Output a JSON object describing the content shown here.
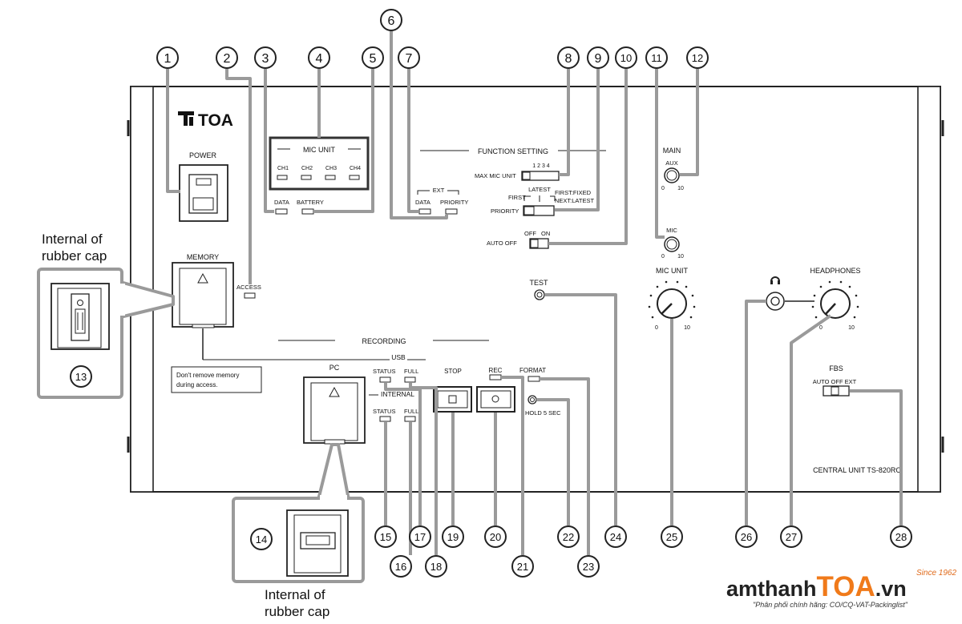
{
  "brand": {
    "logo_text": "TOA",
    "model": "CENTRAL UNIT TS-820RC"
  },
  "callouts": [
    "1",
    "2",
    "3",
    "4",
    "5",
    "6",
    "7",
    "8",
    "9",
    "10",
    "11",
    "12",
    "13",
    "14",
    "15",
    "16",
    "17",
    "18",
    "19",
    "20",
    "21",
    "22",
    "23",
    "24",
    "25",
    "26",
    "27",
    "28"
  ],
  "panel": {
    "power": "POWER",
    "mic_unit_title": "MIC UNIT",
    "channels": [
      "CH1",
      "CH2",
      "CH3",
      "CH4"
    ],
    "data": "DATA",
    "battery": "BATTERY",
    "ext": "EXT",
    "ext_data": "DATA",
    "ext_priority": "PRIORITY",
    "function_setting": "FUNCTION SETTING",
    "max_mic_unit": "MAX MIC UNIT",
    "max_digits": "1 2 3 4",
    "latest": "LATEST",
    "first": "FIRST",
    "first_fixed": "FIRST:FIXED",
    "next_latest": "NEXT:LATEST",
    "priority": "PRIORITY",
    "off": "OFF",
    "on": "ON",
    "auto_off": "AUTO OFF",
    "main": "MAIN",
    "aux": "AUX",
    "mic": "MIC",
    "scale_min": "0",
    "scale_max": "10",
    "memory": "MEMORY",
    "access": "ACCESS",
    "test": "TEST",
    "mic_unit_knob": "MIC UNIT",
    "headphones": "HEADPHONES",
    "recording": "RECORDING",
    "usb": "USB",
    "status": "STATUS",
    "full": "FULL",
    "internal": "INTERNAL",
    "pc": "PC",
    "stop": "STOP",
    "rec": "REC",
    "format": "FORMAT",
    "hold": "HOLD 5 SEC",
    "fbs": "FBS",
    "fbs_modes": "AUTO OFF EXT",
    "warning": [
      "Don't remove memory",
      "during access."
    ]
  },
  "captions": {
    "internal_left": [
      "Internal of",
      "rubber cap"
    ],
    "internal_bottom": [
      "Internal of",
      "rubber cap"
    ]
  },
  "watermark": {
    "prefix": "amthanh",
    "highlight": "TOA",
    "suffix": ".vn",
    "since": "Since 1962",
    "tagline": "\"Phân phối chính hãng: CO/CQ-VAT-Packinglist\""
  }
}
